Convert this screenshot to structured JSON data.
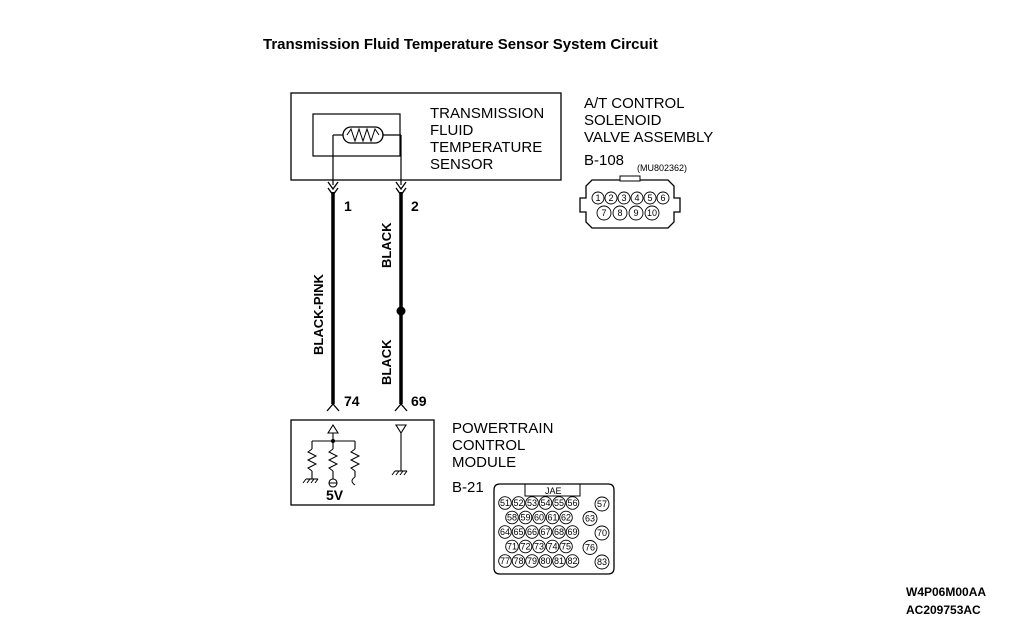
{
  "title": "Transmission Fluid Temperature Sensor System Circuit",
  "component_top": {
    "sensor_label": [
      "TRANSMISSION",
      "FLUID",
      "TEMPERATURE",
      "SENSOR"
    ],
    "assembly_label": [
      "A/T CONTROL",
      "SOLENOID",
      "VALVE ASSEMBLY"
    ],
    "connector_id": "B-108",
    "connector_part": "(MU802362)",
    "connector_pins_row1": [
      "1",
      "2",
      "3",
      "4",
      "5",
      "6"
    ],
    "connector_pins_row2": [
      "7",
      "8",
      "9",
      "10"
    ]
  },
  "wires": {
    "pin_1": "1",
    "pin_2": "2",
    "wire_1_color": "BLACK-PINK",
    "wire_2_color_upper": "BLACK",
    "wire_2_color_lower": "BLACK",
    "pin_74": "74",
    "pin_69": "69"
  },
  "component_bottom": {
    "label": [
      "POWERTRAIN",
      "CONTROL",
      "MODULE"
    ],
    "voltage": "5V",
    "connector_id": "B-21",
    "connector_maker": "JAE",
    "rows": [
      {
        "pins": [
          "51",
          "52",
          "53",
          "54",
          "55",
          "56"
        ],
        "side": "57"
      },
      {
        "pins": [
          "58",
          "59",
          "60",
          "61",
          "62"
        ],
        "side": "63"
      },
      {
        "pins": [
          "64",
          "65",
          "66",
          "67",
          "68",
          "69"
        ],
        "side": "70"
      },
      {
        "pins": [
          "71",
          "72",
          "73",
          "74",
          "75"
        ],
        "side": "76"
      },
      {
        "pins": [
          "77",
          "78",
          "79",
          "80",
          "81",
          "82"
        ],
        "side": "83"
      }
    ]
  },
  "codes": [
    "W4P06M00AA",
    "AC209753AC"
  ]
}
